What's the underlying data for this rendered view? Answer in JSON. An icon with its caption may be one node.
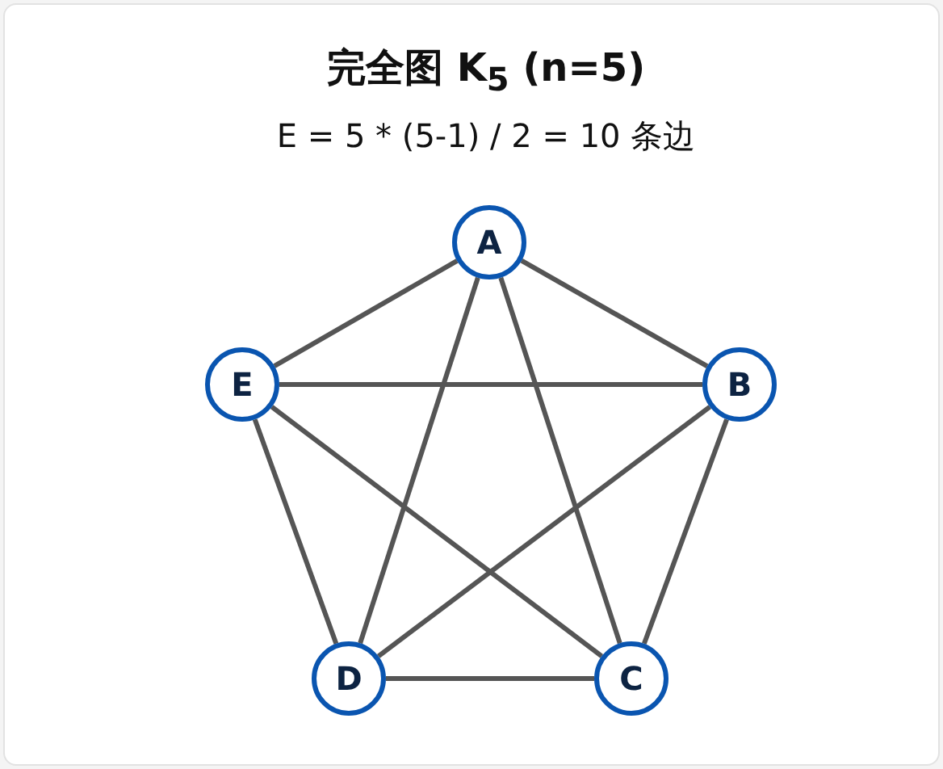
{
  "diagram": {
    "title": "完全图 K$_{5}$ (n=5)",
    "caption": "E = 5 * (5-1) / 2 = 10 条边",
    "nodes": [
      {
        "text": [
          "A"
        ]
      },
      {
        "text": [
          "B"
        ]
      },
      {
        "text": [
          "C"
        ]
      },
      {
        "text": [
          "D"
        ]
      },
      {
        "text": [
          "E"
        ]
      }
    ],
    "edges": [
      {
        "from": 0,
        "to": 1,
        "arrow": "none"
      },
      {
        "from": 0,
        "to": 2,
        "arrow": "none"
      },
      {
        "from": 0,
        "to": 3,
        "arrow": "none"
      },
      {
        "from": 0,
        "to": 4,
        "arrow": "none"
      },
      {
        "from": 1,
        "to": 2,
        "arrow": "none"
      },
      {
        "from": 1,
        "to": 3,
        "arrow": "none"
      },
      {
        "from": 1,
        "to": 4,
        "arrow": "none"
      },
      {
        "from": 2,
        "to": 3,
        "arrow": "none"
      },
      {
        "from": 2,
        "to": 4,
        "arrow": "none"
      },
      {
        "from": 3,
        "to": 4,
        "arrow": "none"
      }
    ]
  }
}
